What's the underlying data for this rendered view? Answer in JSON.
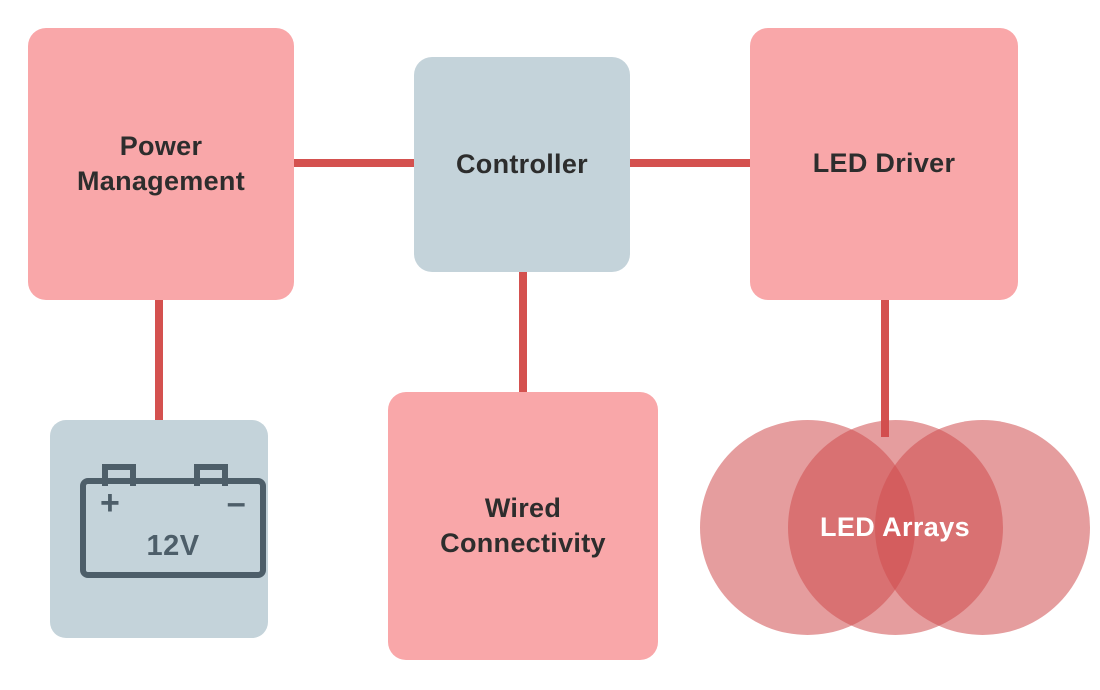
{
  "diagram": {
    "type": "block-diagram",
    "nodes": {
      "power_management": {
        "label": "Power Management",
        "shape": "rounded-box",
        "color": "pink"
      },
      "controller": {
        "label": "Controller",
        "shape": "rounded-box",
        "color": "blue-gray"
      },
      "led_driver": {
        "label": "LED Driver",
        "shape": "rounded-box",
        "color": "pink"
      },
      "wired_connectivity": {
        "label": "Wired Connectivity",
        "shape": "rounded-box",
        "color": "pink"
      },
      "led_arrays": {
        "label": "LED Arrays",
        "shape": "overlapping-circles",
        "color": "red-translucent"
      },
      "battery": {
        "value": "12V",
        "plus_symbol": "+",
        "minus_symbol": "–",
        "shape": "rounded-box",
        "color": "blue-gray",
        "icon": "battery-icon"
      }
    },
    "connections": [
      {
        "from": "power_management",
        "to": "controller",
        "direction": "horizontal"
      },
      {
        "from": "controller",
        "to": "led_driver",
        "direction": "horizontal"
      },
      {
        "from": "power_management",
        "to": "battery",
        "direction": "vertical"
      },
      {
        "from": "controller",
        "to": "wired_connectivity",
        "direction": "vertical"
      },
      {
        "from": "led_driver",
        "to": "led_arrays",
        "direction": "vertical"
      }
    ],
    "colors": {
      "pink_box": "#f9a7a9",
      "blue_gray_box": "#c4d3da",
      "connector_red": "#d4514f",
      "circle_red": "#cf4d4e",
      "text_dark": "#2d2d2d",
      "battery_stroke": "#4d5e69",
      "led_arrays_text": "#ffffff",
      "background": "#ffffff"
    }
  }
}
